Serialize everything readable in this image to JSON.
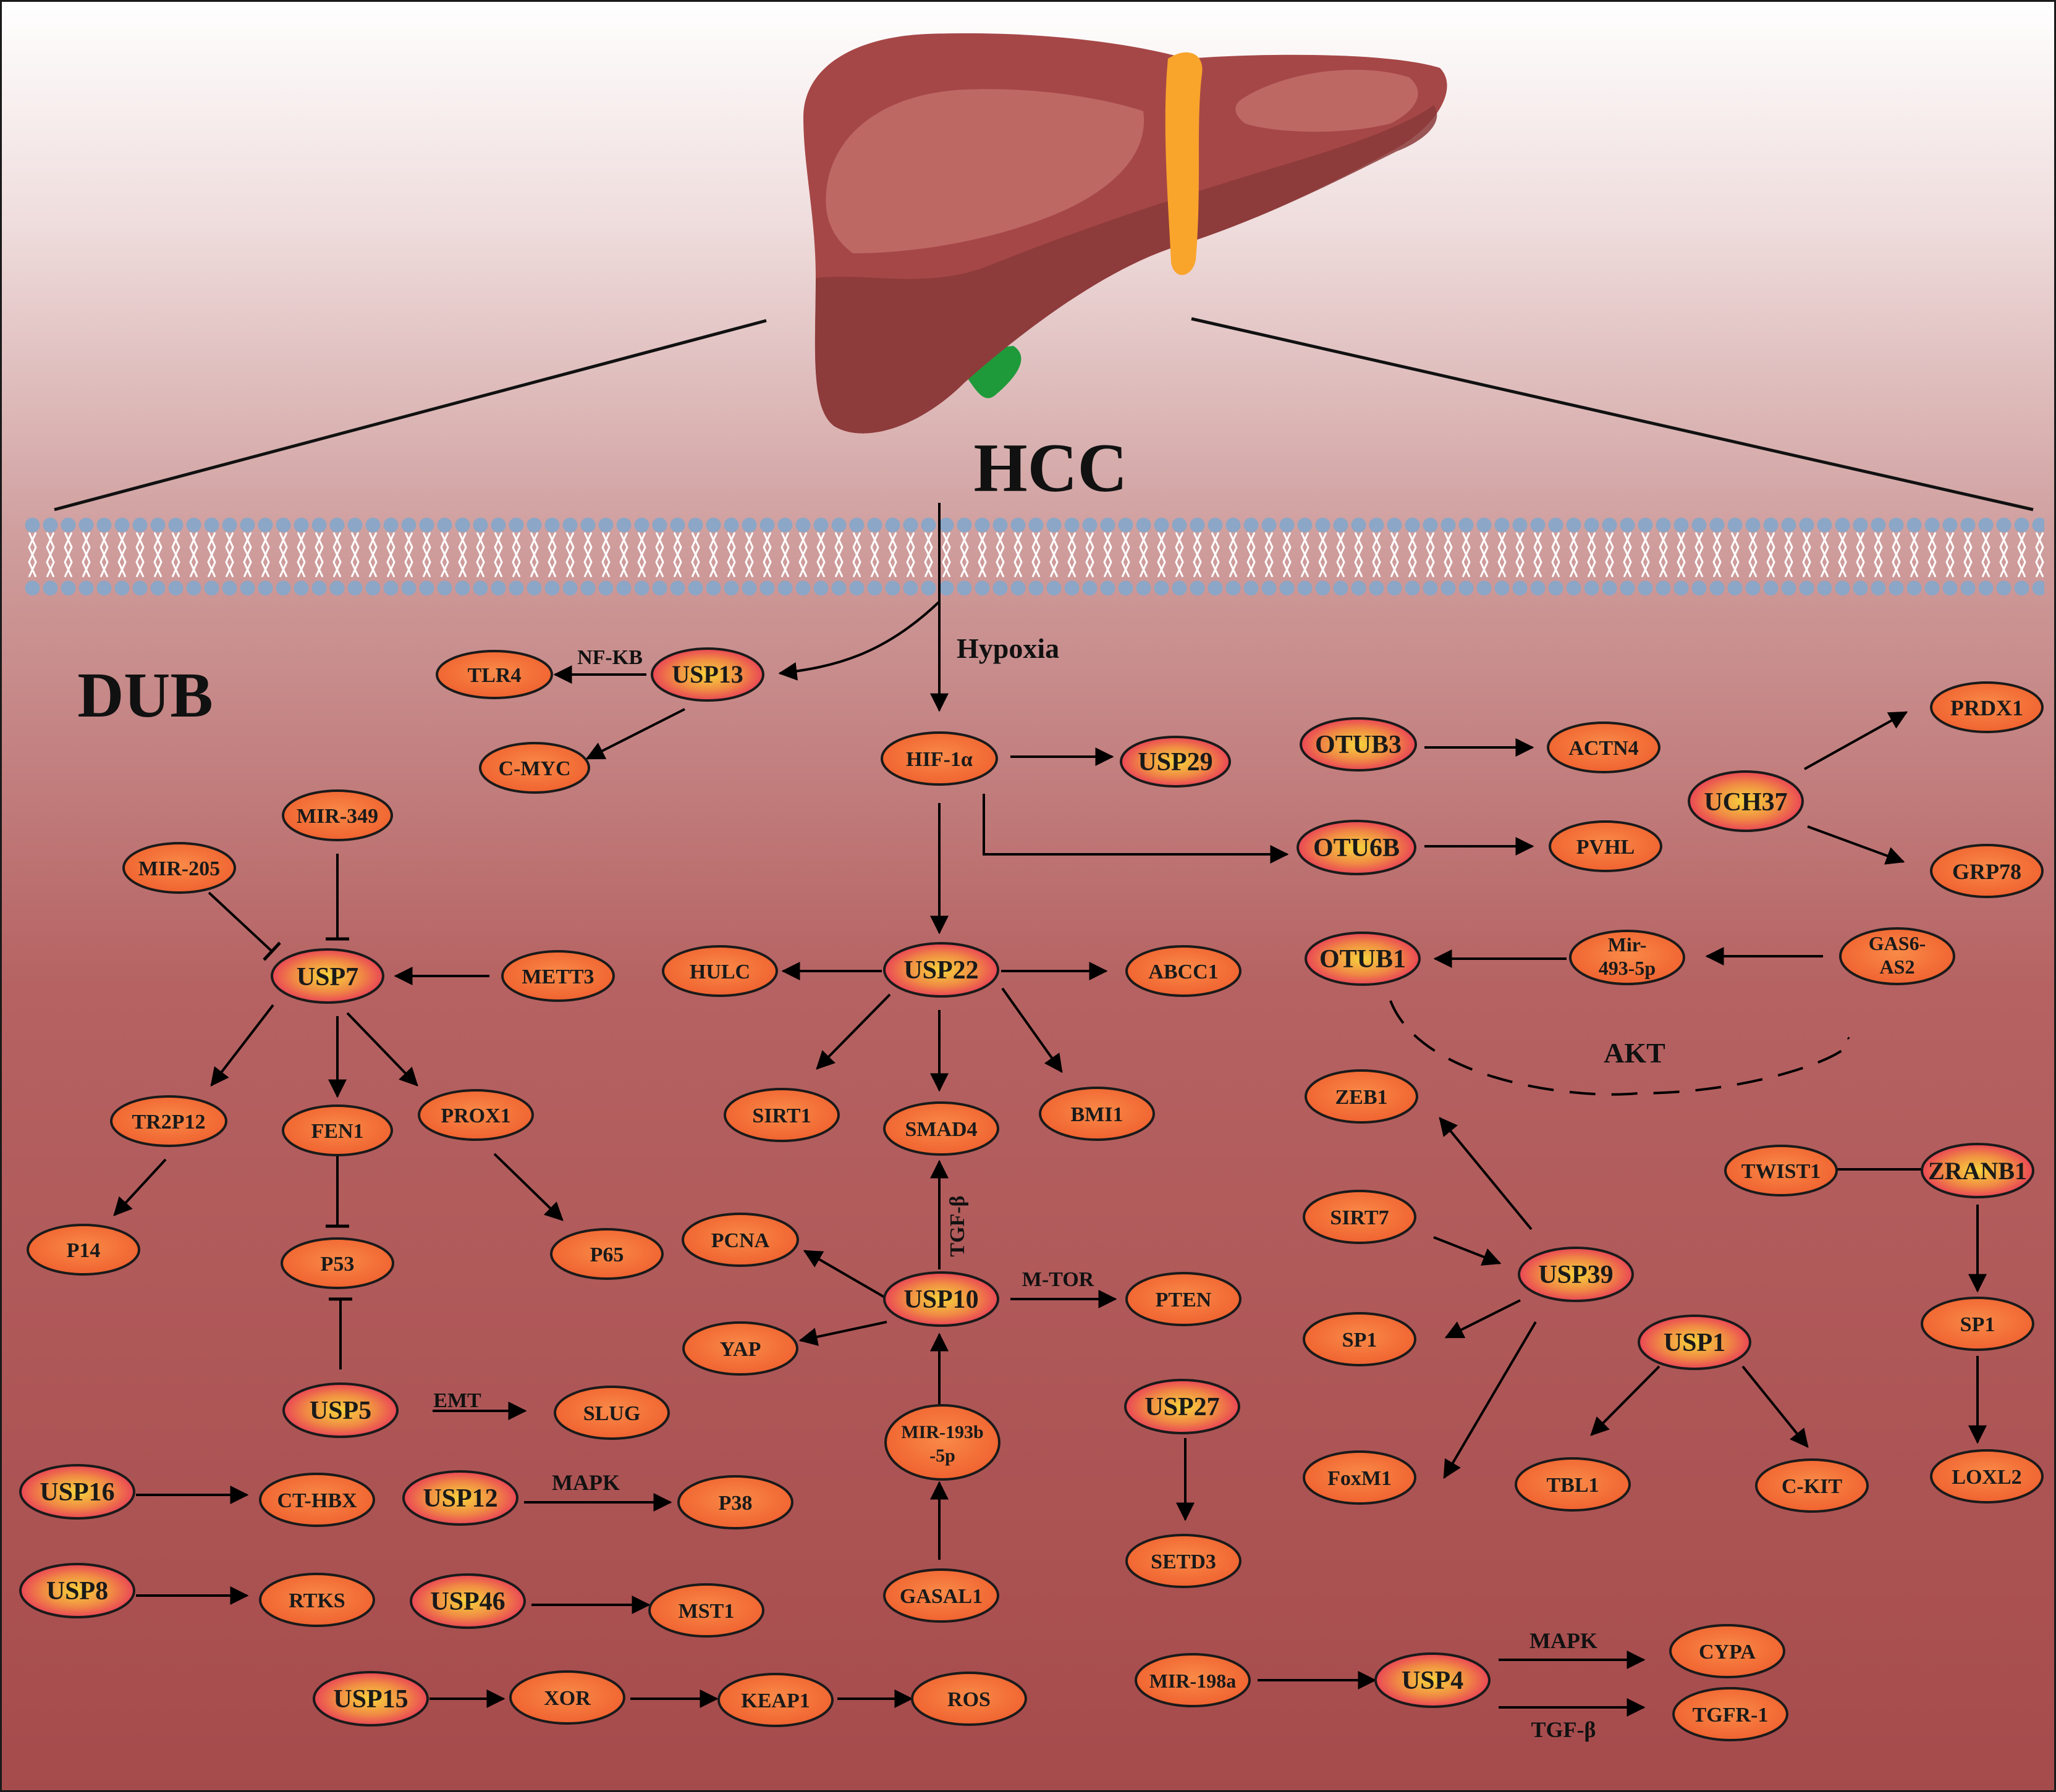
{
  "title": "HCC",
  "section_label": "DUB",
  "colors": {
    "background_top": "#ffffff",
    "background_bottom": "#a64b4c",
    "liver": "#a64747",
    "liver_shadow": "#8a3a3a",
    "liver_highlight": "#c4706c",
    "ligament": "#f9a42b",
    "gallbladder": "#1f9a3a",
    "membrane_head": "#8ba6c6",
    "node_fill": "#f26a35",
    "dub_fill_outer": "#e8355a",
    "dub_fill_inner": "#f7d43c"
  },
  "nodes": {
    "usp13": "USP13",
    "tlr4": "TLR4",
    "cmyc": "C-MYC",
    "hif1a": "HIF-1α",
    "usp29": "USP29",
    "otub3": "OTUB3",
    "actn4": "ACTN4",
    "otu6b": "OTU6B",
    "pvhl": "PVHL",
    "uch37": "UCH37",
    "prdx1": "PRDX1",
    "grp78": "GRP78",
    "mir349": "MIR-349",
    "mir205": "MIR-205",
    "usp7": "USP7",
    "mett3": "METT3",
    "tr2p12": "TR2P12",
    "fen1": "FEN1",
    "prox1": "PROX1",
    "p14": "P14",
    "p53": "P53",
    "p65": "P65",
    "usp5": "USP5",
    "slug": "SLUG",
    "hulc": "HULC",
    "usp22": "USP22",
    "abcc1": "ABCC1",
    "sirt1": "SIRT1",
    "smad4": "SMAD4",
    "bmi1": "BMI1",
    "otub1": "OTUB1",
    "mir493_l1": "Mir-",
    "mir493_l2": "493-5p",
    "gas6_l1": "GAS6-",
    "gas6_l2": "AS2",
    "zeb1": "ZEB1",
    "twist1": "TWIST1",
    "zranb1": "ZRANB1",
    "sirt7": "SIRT7",
    "usp39": "USP39",
    "sp1a": "SP1",
    "sp1b": "SP1",
    "foxm1": "FoxM1",
    "usp1": "USP1",
    "tbl1": "TBL1",
    "ckit": "C-KIT",
    "loxl2": "LOXL2",
    "pcna": "PCNA",
    "usp10": "USP10",
    "yap": "YAP",
    "pten": "PTEN",
    "mir193_l1": "MIR-193b",
    "mir193_l2": "-5p",
    "gasal1": "GASAL1",
    "usp27": "USP27",
    "setd3": "SETD3",
    "usp16": "USP16",
    "cthbx": "CT-HBX",
    "usp12": "USP12",
    "p38": "P38",
    "usp8": "USP8",
    "rtks": "RTKS",
    "usp46": "USP46",
    "mst1": "MST1",
    "usp15": "USP15",
    "xor": "XOR",
    "keap1": "KEAP1",
    "ros": "ROS",
    "mir198a": "MIR-198a",
    "usp4": "USP4",
    "cypa": "CYPA",
    "tgfr1": "TGFR-1"
  },
  "edge_labels": {
    "nfkb": "NF-KB",
    "hypoxia": "Hypoxia",
    "akt": "AKT",
    "tgfb_vertical": "TGF-β",
    "mtor": "M-TOR",
    "emt": "EMT",
    "mapk_usp12": "MAPK",
    "mapk_usp4": "MAPK",
    "tgfb_usp4": "TGF-β"
  }
}
